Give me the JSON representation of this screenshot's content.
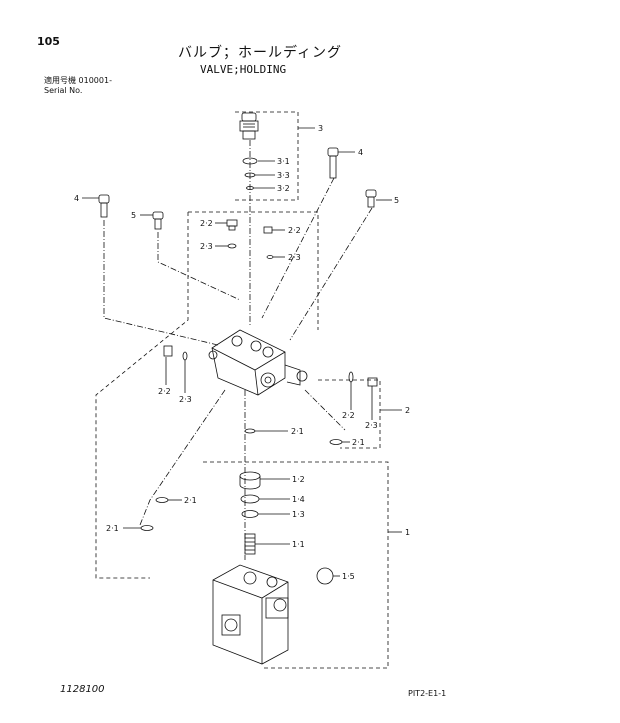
{
  "header": {
    "page_number": "105",
    "title_jp": "バルブ；ホールディング",
    "title_en": "VALVE;HOLDING",
    "serial_label_jp": "適用号機  010001-",
    "serial_label_en": "Serial No."
  },
  "callouts": {
    "c1": "1",
    "c1_1": "1·1",
    "c1_2": "1·2",
    "c1_3": "1·3",
    "c1_4": "1·4",
    "c1_5": "1·5",
    "c2": "2",
    "c2_1a": "2·1",
    "c2_1b": "2·1",
    "c2_1c": "2·1",
    "c2_1d": "2·1",
    "c2_2a": "2·2",
    "c2_2b": "2·2",
    "c2_2c": "2·2",
    "c2_2d": "2·2",
    "c2_3a": "2·3",
    "c2_3b": "2·3",
    "c2_3c": "2·3",
    "c2_3d": "2·3",
    "c3": "3",
    "c3_1": "3·1",
    "c3_2": "3·2",
    "c3_3": "3·3",
    "c4a": "4",
    "c4b": "4",
    "c5a": "5",
    "c5b": "5"
  },
  "footer": {
    "document_number": "1128100",
    "page_code": "PIT2-E1-1"
  }
}
